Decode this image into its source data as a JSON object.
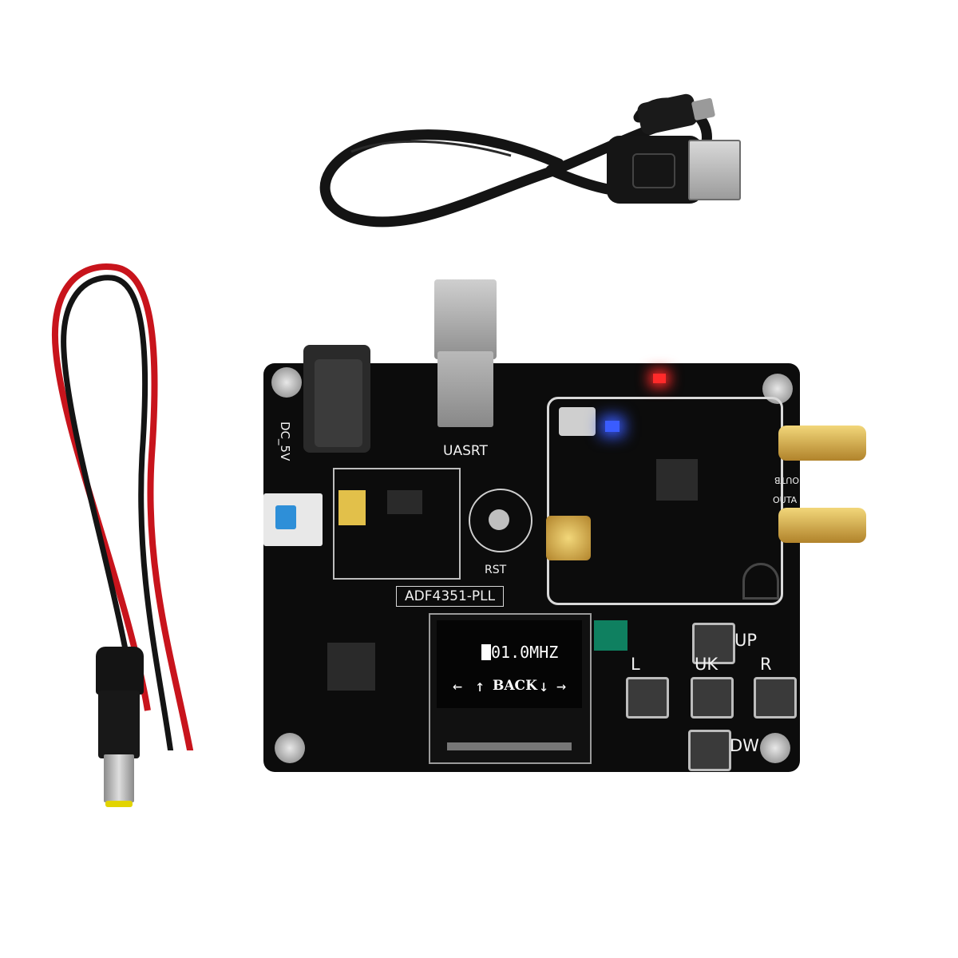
{
  "pcb": {
    "power_label": "DC_5V",
    "usb_label": "UASRT",
    "reset_label": "RST",
    "title_label": "ADF4351-PLL",
    "outb_label": "OUTB",
    "outa_label": "OUTA"
  },
  "buttons": {
    "up_label": "UP",
    "ok_label": "UK",
    "left_label": "L",
    "right_label": "R",
    "down_label": "DW"
  },
  "oled": {
    "frequency": "01.0MHZ",
    "nav_back": "BACK",
    "nav_left_arrow": "←",
    "nav_up_arrow": "↑",
    "nav_down_arrow": "↓",
    "nav_right_arrow": "→"
  },
  "colors": {
    "pcb": "#0c0c0c",
    "cable_red": "#c8141c",
    "cable_black": "#141414",
    "gold": "#c9a035",
    "led_red": "#ff2a2a",
    "led_blue": "#3a5cff",
    "switch_blue": "#2e8fd8"
  }
}
